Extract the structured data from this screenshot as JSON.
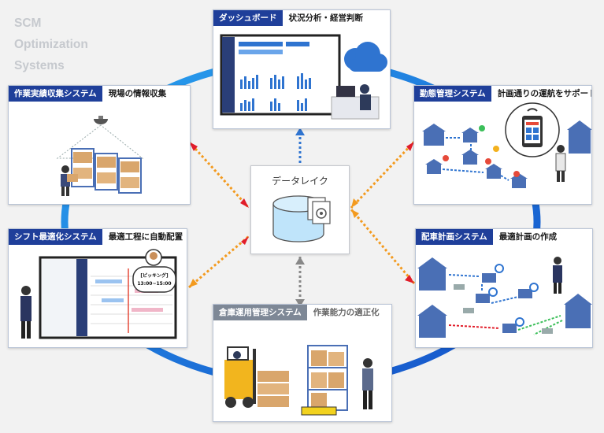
{
  "watermark": {
    "line1": "SCM",
    "line2": "Optimization",
    "line3": "Systems"
  },
  "center": {
    "title": "データレイク"
  },
  "cards": {
    "dashboard": {
      "tag": "ダッシュボード",
      "sub": "状況分析・経営判断"
    },
    "collect": {
      "tag": "作業実績収集システム",
      "sub": "現場の情報収集"
    },
    "attendance": {
      "tag": "勤態管理システム",
      "sub": "計画通りの運航をサポート"
    },
    "shift": {
      "tag": "シフト最適化システム",
      "sub": "最適工程に自動配置",
      "bubble_line1": "[ピッキング]",
      "bubble_line2": "13:00~15:00"
    },
    "dispatch": {
      "tag": "配車計画システム",
      "sub": "最適計画の作成"
    },
    "warehouse": {
      "tag": "倉庫運用管理システム",
      "sub": "作業能力の適正化"
    }
  },
  "colors": {
    "navy": "#1f3f9a",
    "ring": "#1e90e8",
    "orange": "#f39a1e",
    "red": "#e11d2a",
    "blue_arrow": "#2f74d0",
    "gray_arrow": "#888888"
  }
}
